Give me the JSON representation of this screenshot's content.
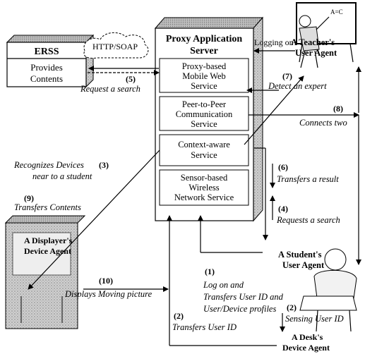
{
  "erss": {
    "title": "ERSS",
    "line1": "Provides",
    "line2": "Contents"
  },
  "cloud_label": "HTTP/SOAP",
  "proxy_server": {
    "title_line1": "Proxy Application",
    "title_line2": "Server",
    "services": [
      {
        "lines": [
          "Proxy-based",
          "Mobile Web",
          "Service"
        ]
      },
      {
        "lines": [
          "Peer-to-Peer",
          "Communication",
          "Service"
        ]
      },
      {
        "lines": [
          "Context-aware",
          "Service"
        ]
      },
      {
        "lines": [
          "Sensor-based",
          "Wireless",
          "Network Service"
        ]
      }
    ]
  },
  "agents": {
    "teacher": [
      "A Teacher's",
      "User Agent"
    ],
    "student": [
      "A Student's",
      "User Agent"
    ],
    "displayer": [
      "A Displayer's",
      "Device Agent"
    ],
    "desk": [
      "A Desk's",
      "Device Agent"
    ]
  },
  "steps": {
    "logging_on": "Logging on",
    "s5_num": "(5)",
    "s5_text": "Request a search",
    "s7_num": "(7)",
    "s7_text": "Detect an expert",
    "s8_num": "(8)",
    "s8_text": "Connects two",
    "s3_line1": "Recognizes Devices",
    "s3_num": "(3)",
    "s3_line2": "near to a student",
    "s9_num": "(9)",
    "s9_text": "Transfers Contents",
    "s6_num": "(6)",
    "s6_text": "Transfers a result",
    "s4_num": "(4)",
    "s4_text": "Requests a search",
    "s1_num": "(1)",
    "s1_line1": "Log on and",
    "s1_line2": "Transfers User ID and",
    "s1_line3": "User/Device profiles",
    "s10_num": "(10)",
    "s10_text": "Displays Moving picture",
    "s2a_num": "(2)",
    "s2a_text": "Transfers User ID",
    "s2b_num": "(2)",
    "s2b_text": "Sensing User ID"
  },
  "board_text": "A=C"
}
